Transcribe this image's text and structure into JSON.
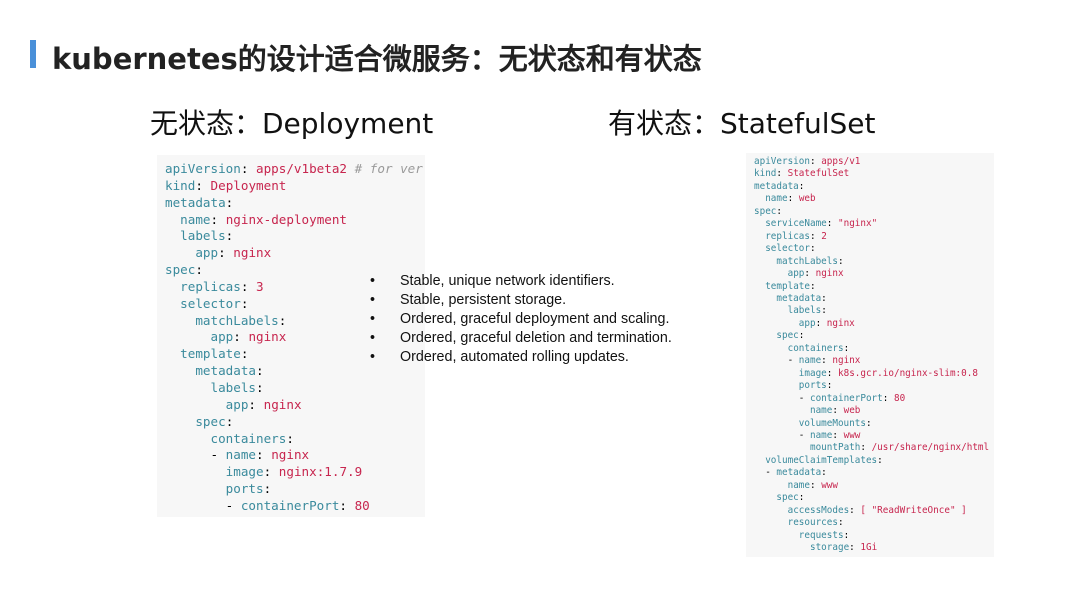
{
  "slide": {
    "title": "kubernetes的设计适合微服务：无状态和有状态",
    "accent_color": "#4a90d9"
  },
  "left": {
    "subtitle": "无状态：Deployment",
    "code": [
      {
        "key": "apiVersion",
        "value": "apps/v1beta2",
        "comment": "# for ver",
        "indent": 0
      },
      {
        "key": "kind",
        "value": "Deployment",
        "indent": 0
      },
      {
        "key": "metadata",
        "value": "",
        "indent": 0
      },
      {
        "key": "name",
        "value": "nginx-deployment",
        "indent": 1
      },
      {
        "key": "labels",
        "value": "",
        "indent": 1
      },
      {
        "key": "app",
        "value": "nginx",
        "indent": 2
      },
      {
        "key": "spec",
        "value": "",
        "indent": 0
      },
      {
        "key": "replicas",
        "value": "3",
        "indent": 1
      },
      {
        "key": "selector",
        "value": "",
        "indent": 1
      },
      {
        "key": "matchLabels",
        "value": "",
        "indent": 2
      },
      {
        "key": "app",
        "value": "nginx",
        "indent": 3
      },
      {
        "key": "template",
        "value": "",
        "indent": 1
      },
      {
        "key": "metadata",
        "value": "",
        "indent": 2
      },
      {
        "key": "labels",
        "value": "",
        "indent": 3
      },
      {
        "key": "app",
        "value": "nginx",
        "indent": 4
      },
      {
        "key": "spec",
        "value": "",
        "indent": 2
      },
      {
        "key": "containers",
        "value": "",
        "indent": 3
      },
      {
        "key": "name",
        "value": "nginx",
        "indent": 3,
        "dash": true
      },
      {
        "key": "image",
        "value": "nginx:1.7.9",
        "indent": 4
      },
      {
        "key": "ports",
        "value": "",
        "indent": 4
      },
      {
        "key": "containerPort",
        "value": "80",
        "indent": 4,
        "dash": true
      }
    ]
  },
  "right": {
    "subtitle": "有状态：StatefulSet",
    "code": [
      {
        "key": "apiVersion",
        "value": "apps/v1",
        "indent": 0
      },
      {
        "key": "kind",
        "value": "StatefulSet",
        "indent": 0
      },
      {
        "key": "metadata",
        "value": "",
        "indent": 0
      },
      {
        "key": "name",
        "value": "web",
        "indent": 1
      },
      {
        "key": "spec",
        "value": "",
        "indent": 0
      },
      {
        "key": "serviceName",
        "value": "\"nginx\"",
        "indent": 1
      },
      {
        "key": "replicas",
        "value": "2",
        "indent": 1
      },
      {
        "key": "selector",
        "value": "",
        "indent": 1
      },
      {
        "key": "matchLabels",
        "value": "",
        "indent": 2
      },
      {
        "key": "app",
        "value": "nginx",
        "indent": 3
      },
      {
        "key": "template",
        "value": "",
        "indent": 1
      },
      {
        "key": "metadata",
        "value": "",
        "indent": 2
      },
      {
        "key": "labels",
        "value": "",
        "indent": 3
      },
      {
        "key": "app",
        "value": "nginx",
        "indent": 4
      },
      {
        "key": "spec",
        "value": "",
        "indent": 2
      },
      {
        "key": "containers",
        "value": "",
        "indent": 3
      },
      {
        "key": "name",
        "value": "nginx",
        "indent": 3,
        "dash": true
      },
      {
        "key": "image",
        "value": "k8s.gcr.io/nginx-slim:0.8",
        "indent": 4
      },
      {
        "key": "ports",
        "value": "",
        "indent": 4
      },
      {
        "key": "containerPort",
        "value": "80",
        "indent": 4,
        "dash": true
      },
      {
        "key": "name",
        "value": "web",
        "indent": 5
      },
      {
        "key": "volumeMounts",
        "value": "",
        "indent": 4
      },
      {
        "key": "name",
        "value": "www",
        "indent": 4,
        "dash": true
      },
      {
        "key": "mountPath",
        "value": "/usr/share/nginx/html",
        "indent": 5
      },
      {
        "key": "volumeClaimTemplates",
        "value": "",
        "indent": 1
      },
      {
        "key": "metadata",
        "value": "",
        "indent": 1,
        "dash": true
      },
      {
        "key": "name",
        "value": "www",
        "indent": 3
      },
      {
        "key": "spec",
        "value": "",
        "indent": 2
      },
      {
        "key": "accessModes",
        "value": "[ \"ReadWriteOnce\" ]",
        "indent": 3
      },
      {
        "key": "resources",
        "value": "",
        "indent": 3
      },
      {
        "key": "requests",
        "value": "",
        "indent": 4
      },
      {
        "key": "storage",
        "value": "1Gi",
        "indent": 5
      }
    ]
  },
  "bullets": {
    "marker": "•",
    "items": [
      "Stable, unique network identifiers.",
      "Stable, persistent storage.",
      "Ordered, graceful deployment and scaling.",
      "Ordered, graceful deletion and termination.",
      "Ordered, automated rolling updates."
    ]
  }
}
